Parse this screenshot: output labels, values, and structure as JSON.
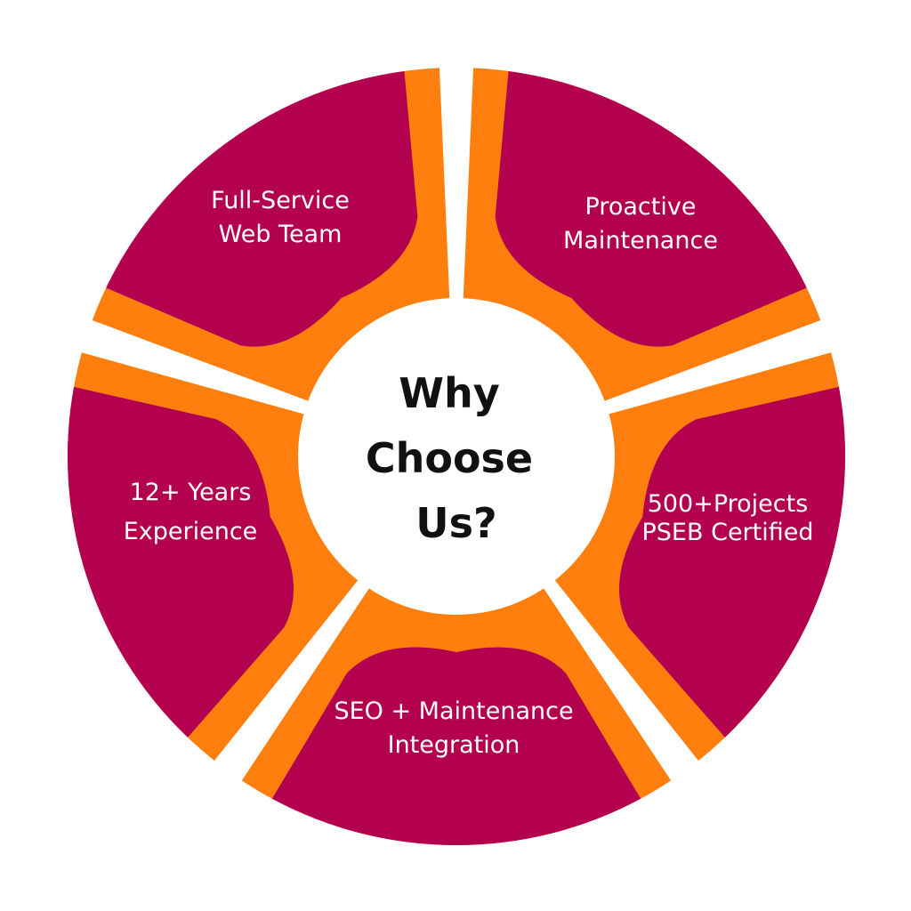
{
  "colors": {
    "segment_fill": "#b3004f",
    "accent": "#ff7f0e",
    "background": "#ffffff",
    "hub": "#ffffff",
    "center_text": "#111111",
    "segment_text": "#ffffff"
  },
  "center": {
    "lines": [
      "Why",
      "Choose",
      "Us?"
    ]
  },
  "segments": [
    {
      "id": "top-right",
      "lines": [
        "Proactive",
        "Maintenance"
      ]
    },
    {
      "id": "right",
      "lines": [
        "500+Projects",
        "PSEB Certified"
      ]
    },
    {
      "id": "bottom",
      "lines": [
        "SEO + Maintenance",
        "Integration"
      ]
    },
    {
      "id": "left",
      "lines": [
        "12+ Years",
        "Experience"
      ]
    },
    {
      "id": "top-left",
      "lines": [
        "Full-Service",
        "Web Team"
      ]
    }
  ]
}
